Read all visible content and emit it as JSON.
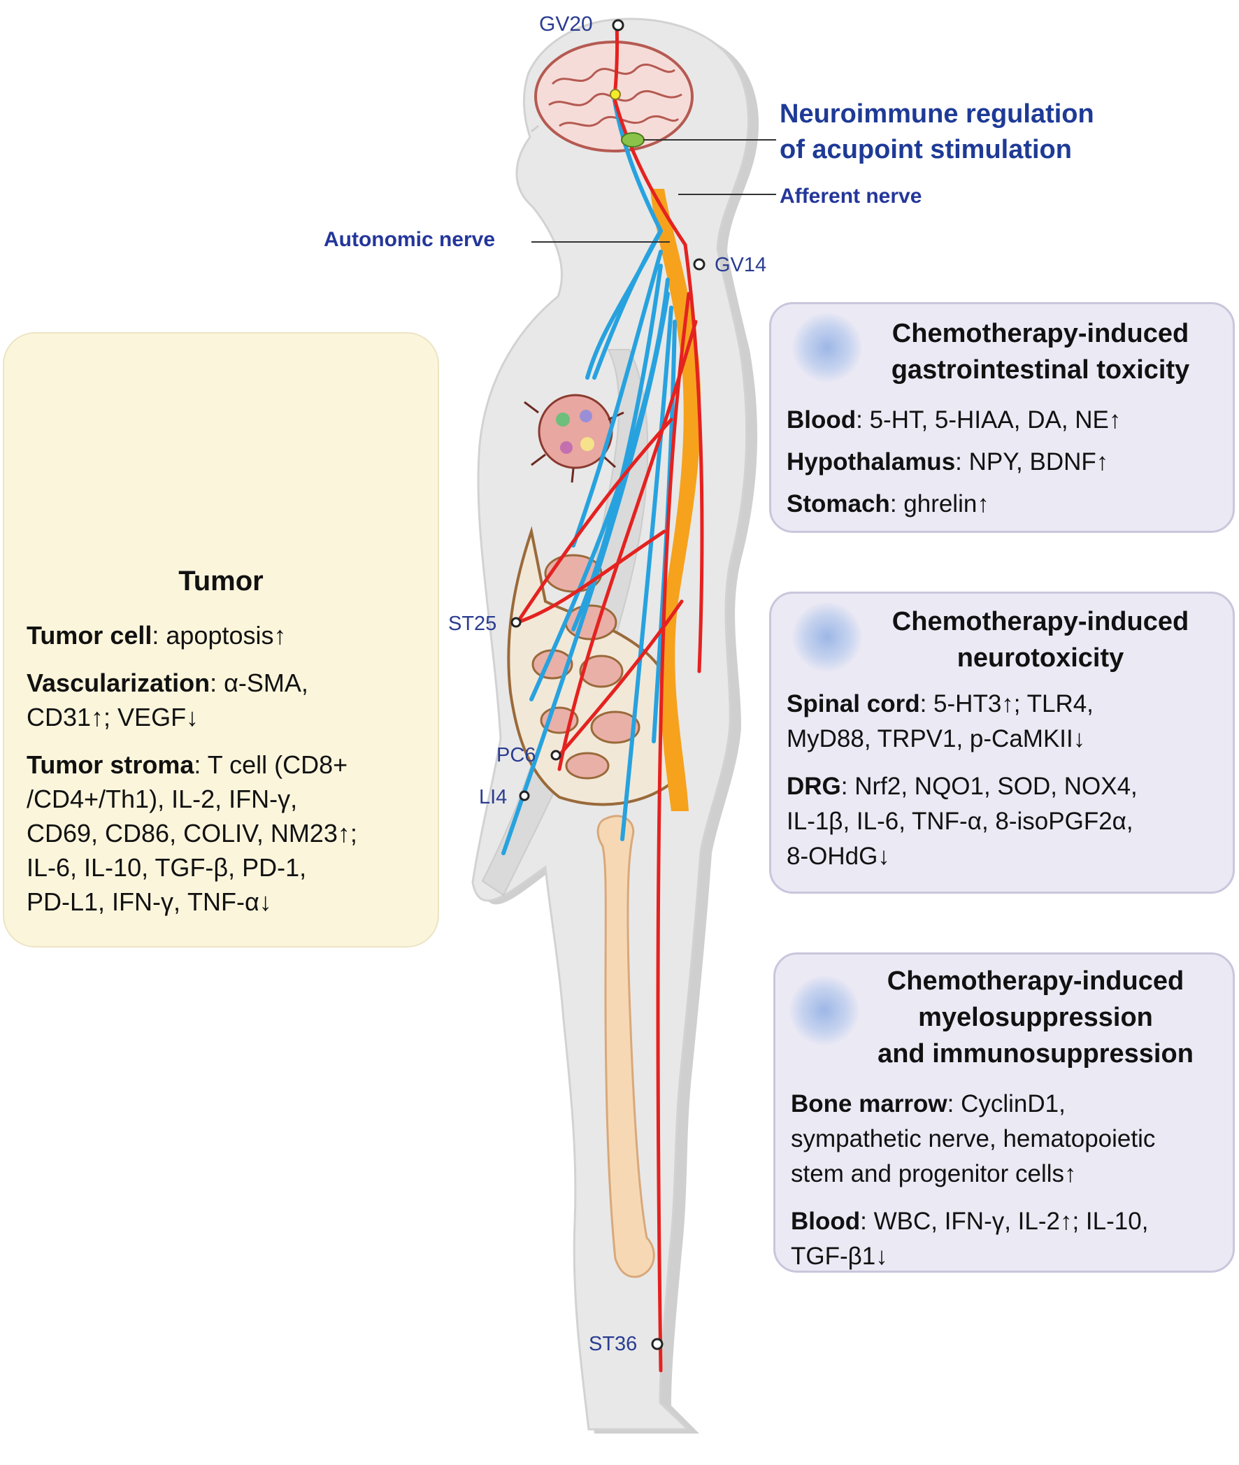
{
  "header": {
    "title_line1": "Neuroimmune regulation",
    "title_line2": "of acupoint stimulation",
    "afferent": "Afferent nerve",
    "autonomic": "Autonomic nerve"
  },
  "acupoints": {
    "gv20": "GV20",
    "gv14": "GV14",
    "st25": "ST25",
    "pc6": "PC6",
    "li4": "LI4",
    "st36": "ST36"
  },
  "tumor_panel": {
    "title": "Tumor",
    "cell_bold": "Tumor cell",
    "cell_text": ": apoptosis↑",
    "vasc_bold": "Vascularization",
    "vasc_text": ": α-SMA,",
    "vasc_line2": "CD31↑; VEGF↓",
    "stroma_bold": "Tumor stroma",
    "stroma_text": ": T cell (CD8+",
    "stroma_line2": "/CD4+/Th1), IL-2, IFN-γ,",
    "stroma_line3": "CD69, CD86, COLIV, NM23↑;",
    "stroma_line4": "IL-6, IL-10, TGF-β, PD-1,",
    "stroma_line5": "PD-L1, IFN-γ, TNF-α↓"
  },
  "gi_panel": {
    "title_line1": "Chemotherapy-induced",
    "title_line2": "gastrointestinal toxicity",
    "blood_bold": "Blood",
    "blood_text": ": 5-HT, 5-HIAA, DA, NE↑",
    "hypo_bold": "Hypothalamus",
    "hypo_text": ": NPY, BDNF↑",
    "stomach_bold": "Stomach",
    "stomach_text": ": ghrelin↑"
  },
  "neuro_panel": {
    "title_line1": "Chemotherapy-induced",
    "title_line2": "neurotoxicity",
    "spinal_bold": "Spinal cord",
    "spinal_text": ": 5-HT3↑; TLR4,",
    "spinal_line2": "MyD88, TRPV1, p-CaMKII↓",
    "drg_bold": "DRG",
    "drg_text": ": Nrf2, NQO1, SOD, NOX4,",
    "drg_line2": "IL-1β, IL-6, TNF-α, 8-isoPGF2α,",
    "drg_line3": "8-OHdG↓"
  },
  "myelo_panel": {
    "title_line1": "Chemotherapy-induced",
    "title_line2": "myelosuppression",
    "title_line3": "and immunosuppression",
    "marrow_bold": "Bone marrow",
    "marrow_text": ": CyclinD1,",
    "marrow_line2": "sympathetic nerve, hematopoietic",
    "marrow_line3": "stem and progenitor cells↑",
    "blood_bold": "Blood",
    "blood_text": ": WBC, IFN-γ, IL-2↑; IL-10,",
    "blood_line2": "TGF-β1↓"
  },
  "colors": {
    "efferent_red": "#e42220",
    "nerve_blue": "#27a2df",
    "afferent_orange": "#f6a21d",
    "label_blue": "#2a3d91",
    "body_gray": "#e8e8e8",
    "tumor_panel_bg": "#fbf5dc",
    "side_panel_bg": "#ebe9f4"
  }
}
